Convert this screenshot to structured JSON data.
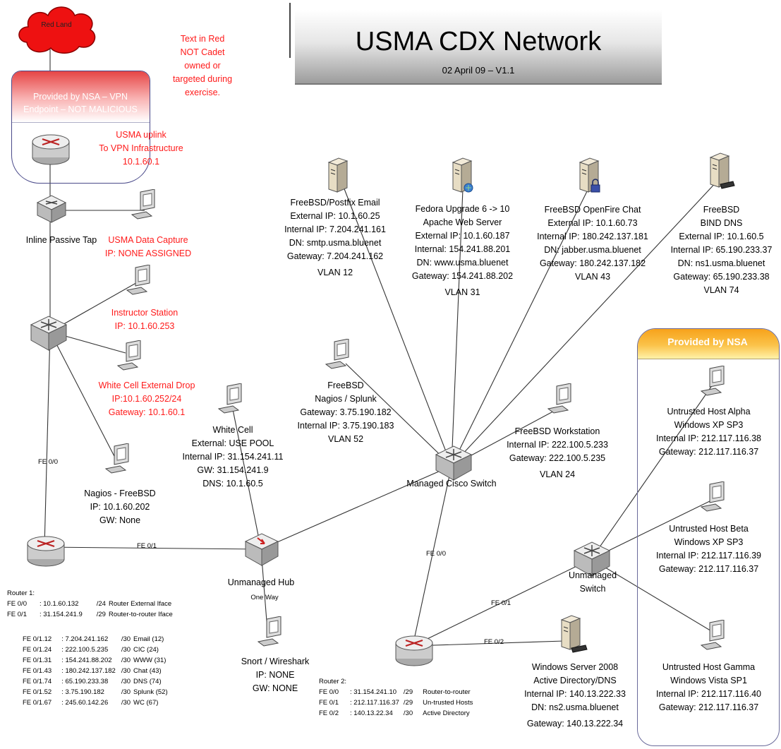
{
  "title": {
    "main": "USMA CDX Network",
    "sub": "02 April 09 – V1.1"
  },
  "legend_red": [
    "Text in Red",
    "NOT Cadet",
    "owned or",
    "targeted during",
    "exercise."
  ],
  "cloud_label": "Red Land",
  "nsa_vpn": {
    "header": [
      "Provided by NSA – VPN",
      "Endpoint – NOT MALICIOUS"
    ],
    "uplink": [
      "USMA uplink",
      "To VPN Infrastructure",
      "10.1.60.1"
    ]
  },
  "inline_tap": "Inline Passive Tap",
  "data_capture": [
    "USMA Data Capture",
    "IP: NONE ASSIGNED"
  ],
  "instructor": [
    "Instructor Station",
    "IP: 10.1.60.253"
  ],
  "white_cell_drop": [
    "White Cell External Drop",
    "IP:10.1.60.252/24",
    "Gateway: 10.1.60.1"
  ],
  "fe00_left": "FE 0/0",
  "nagios_freebsd": [
    "Nagios - FreeBSD",
    "IP: 10.1.60.202",
    "GW: None"
  ],
  "white_cell": [
    "White Cell",
    "External: USE POOL",
    "Internal IP: 31.154.241.11",
    "GW: 31.154.241.9",
    "DNS: 10.1.60.5"
  ],
  "fe01": "FE 0/1",
  "hub": {
    "label": "Unmanaged Hub",
    "one_way": "One Way"
  },
  "snort": [
    "Snort / Wireshark",
    "IP: NONE",
    "GW: NONE"
  ],
  "email_server": [
    "FreeBSD/Postfix Email",
    "External IP: 10.1.60.25",
    "Internal IP: 7.204.241.161",
    "DN: smtp.usma.bluenet",
    "Gateway: 7.204.241.162",
    "VLAN 12"
  ],
  "web_server": [
    "Fedora Upgrade 6 -> 10",
    "Apache Web Server",
    "External IP: 10.1.60.187",
    "Internal: 154.241.88.201",
    "DN: www.usma.bluenet",
    "Gateway: 154.241.88.202",
    "VLAN 31"
  ],
  "chat_server": [
    "FreeBSD OpenFire Chat",
    "External IP: 10.1.60.73",
    "Internal IP: 180.242.137.181",
    "DN: jabber.usma.bluenet",
    "Gateway: 180.242.137.182",
    "VLAN 43"
  ],
  "dns_server": [
    "FreeBSD",
    "BIND DNS",
    "External IP: 10.1.60.5",
    "Internal IP: 65.190.233.37",
    "DN: ns1.usma.bluenet",
    "Gateway: 65.190.233.38",
    "VLAN 74"
  ],
  "nagios_splunk": [
    "FreeBSD",
    "Nagios / Splunk",
    "Gateway: 3.75.190.182",
    "Internal IP: 3.75.190.183",
    "VLAN 52"
  ],
  "workstation": [
    "FreeBSD Workstation",
    "Internal IP: 222.100.5.233",
    "Gateway: 222.100.5.235",
    "VLAN 24"
  ],
  "cisco_switch": "Managed Cisco Switch",
  "fe00_mid": "FE 0/0",
  "provided_nsa": "Provided by NSA",
  "host_alpha": [
    "Untrusted Host Alpha",
    "Windows XP SP3",
    "Internal IP: 212.117.116.38",
    "Gateway: 212.117.116.37"
  ],
  "host_beta": [
    "Untrusted Host Beta",
    "Windows XP SP3",
    "Internal IP: 212.117.116.39",
    "Gateway: 212.117.116.37"
  ],
  "host_gamma": [
    "Untrusted Host Gamma",
    "Windows Vista SP1",
    "Internal IP: 212.117.116.40",
    "Gateway: 212.117.116.37"
  ],
  "unmanaged_switch": [
    "Unmanaged",
    "Switch"
  ],
  "fe01_r2": "FE 0/1",
  "fe02_r2": "FE 0/2",
  "win_server": [
    "Windows Server 2008",
    "Active Directory/DNS",
    "Internal IP: 140.13.222.33",
    "DN: ns2.usma.bluenet",
    "Gateway: 140.13.222.34"
  ],
  "router1": {
    "title": "Router 1:",
    "rows": [
      [
        "FE 0/0",
        ": 10.1.60.132",
        "/24",
        "Router External Iface"
      ],
      [
        "FE 0/1",
        ": 31.154.241.9",
        "/29",
        "Router-to-router Iface"
      ]
    ],
    "sub": [
      [
        "FE 0/1.12",
        ": 7.204.241.162",
        "/30",
        "Email (12)"
      ],
      [
        "FE 0/1.24",
        ": 222.100.5.235",
        "/30",
        "CIC (24)"
      ],
      [
        "FE 0/1.31",
        ": 154.241.88.202",
        "/30",
        "WWW (31)"
      ],
      [
        "FE 0/1.43",
        ": 180.242.137.182",
        "/30",
        "Chat (43)"
      ],
      [
        "FE 0/1.74",
        ": 65.190.233.38",
        "/30",
        "DNS (74)"
      ],
      [
        "FE 0/1.52",
        ": 3.75.190.182",
        "/30",
        "Splunk (52)"
      ],
      [
        "FE 0/1.67",
        ": 245.60.142.26",
        "/30",
        "WC (67)"
      ]
    ]
  },
  "router2": {
    "title": "Router 2:",
    "rows": [
      [
        "FE 0/0",
        ": 31.154.241.10",
        "/29",
        "Router-to-router"
      ],
      [
        "FE 0/1",
        ": 212.117.116.37",
        "/29",
        "Un-trusted Hosts"
      ],
      [
        "FE 0/2",
        ": 140.13.22.34",
        "/30",
        "Active Directory"
      ]
    ]
  },
  "colors": {
    "red_text": "#ff1a1a",
    "cloud": "#ee1111",
    "nsa_orange": "#f7a21b",
    "nsa_yellow": "#fff2a8",
    "pink_header": "#e64545"
  }
}
